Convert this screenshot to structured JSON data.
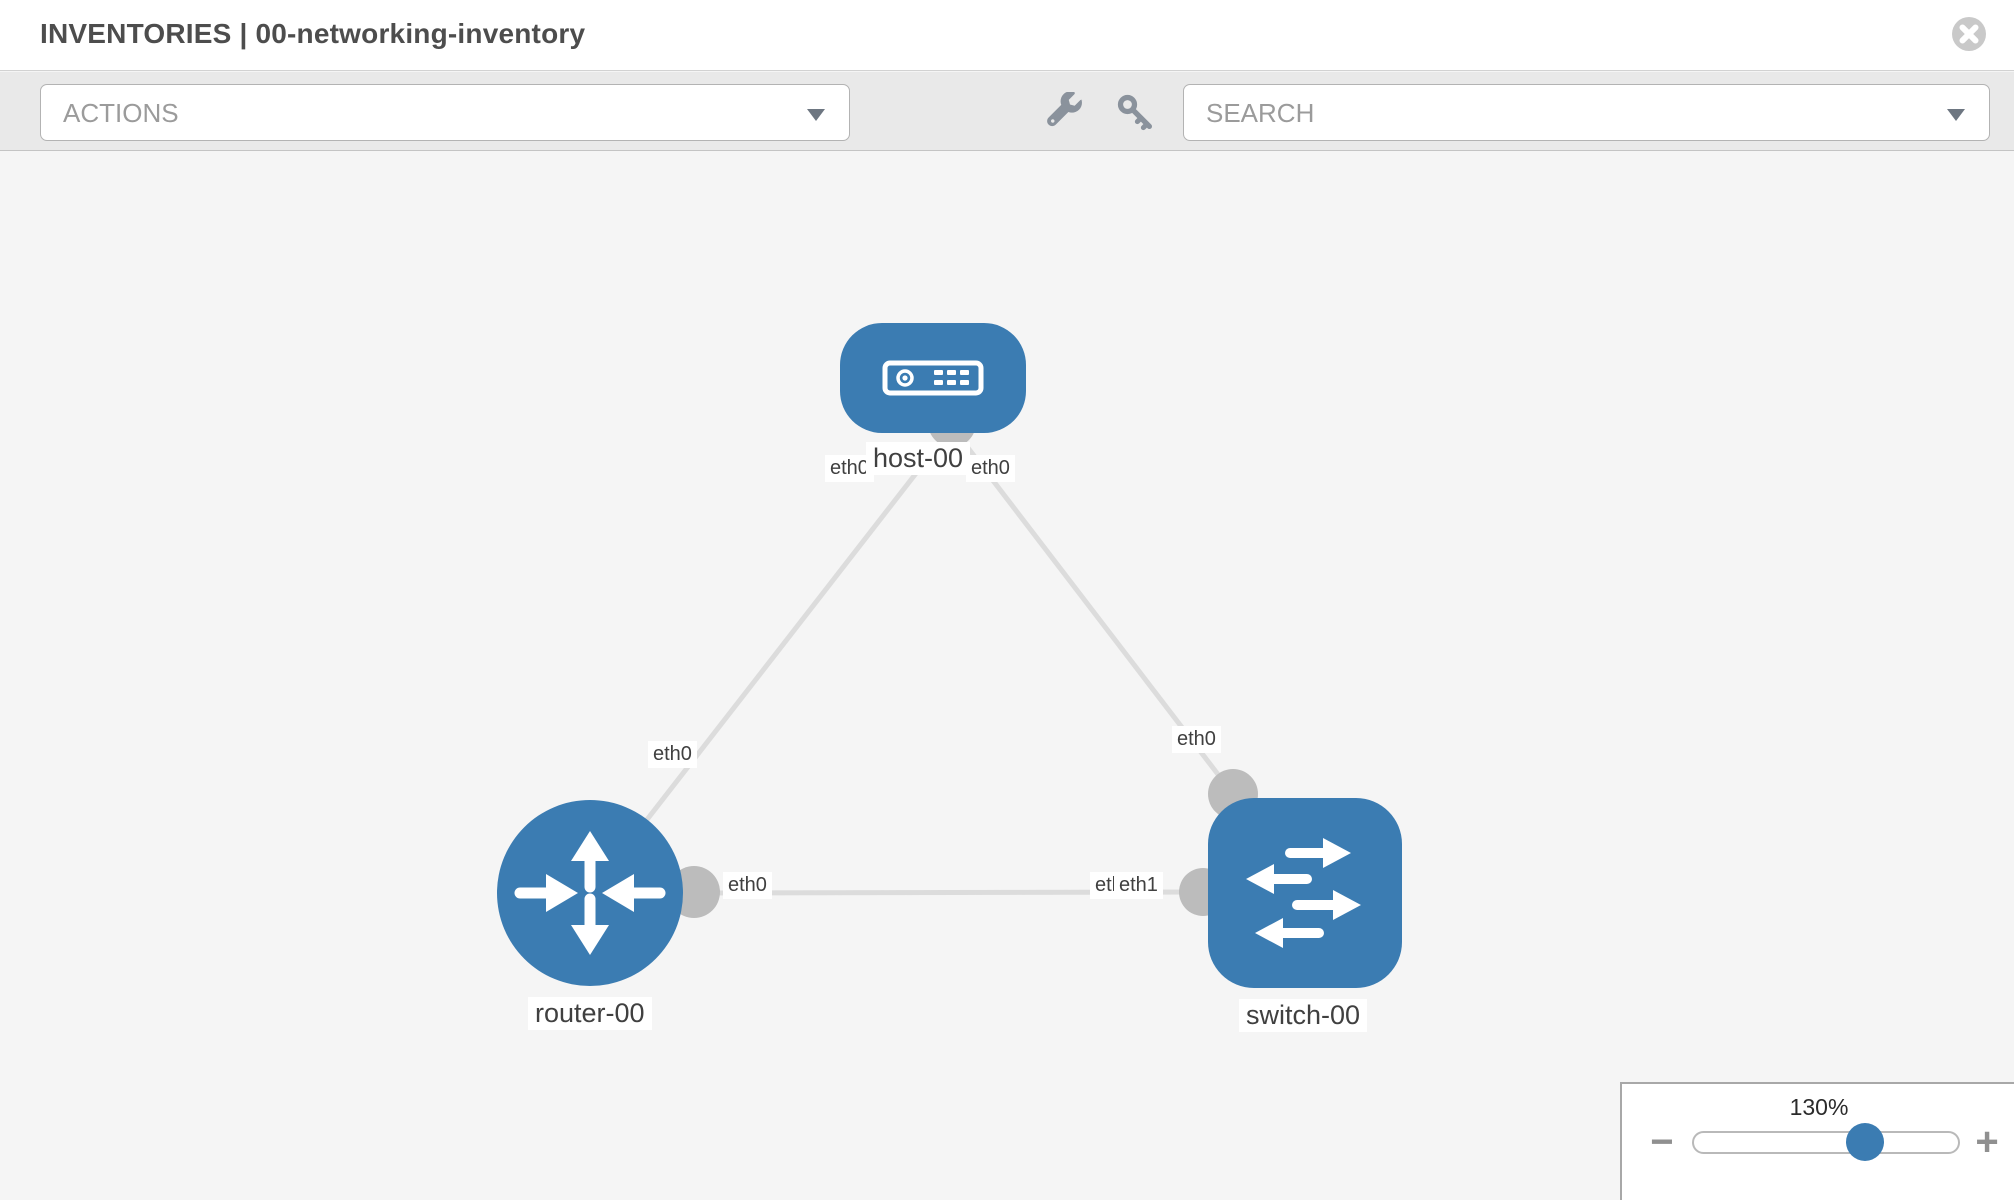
{
  "header": {
    "title": "INVENTORIES | 00-networking-inventory"
  },
  "toolbar": {
    "actions": {
      "label": "ACTIONS"
    },
    "search": {
      "placeholder": "SEARCH"
    },
    "icons": [
      "wrench-icon",
      "key-icon"
    ]
  },
  "topology": {
    "nodes": [
      {
        "label": "host-00",
        "type": "host"
      },
      {
        "label": "router-00",
        "type": "router"
      },
      {
        "label": "switch-00",
        "type": "switch"
      }
    ],
    "links": [
      {
        "from": "host-00",
        "to": "router-00",
        "from_if": "eth0",
        "to_if": "eth0"
      },
      {
        "from": "host-00",
        "to": "switch-00",
        "from_if": "eth0",
        "to_if": "eth0"
      },
      {
        "from": "router-00",
        "to": "switch-00",
        "from_if": "eth0",
        "to_if": "eth1"
      }
    ],
    "interfaces": {
      "host_left": "eth0",
      "host_right": "eth0",
      "host_router_mid": "eth0",
      "router_switch_near_router": "eth0",
      "router_switch_near_switch_back": "eth0",
      "router_switch_near_switch_front": "eth1",
      "host_switch_near_switch": "eth0"
    }
  },
  "zoom": {
    "level": "130%",
    "minus": "−",
    "plus": "+"
  },
  "colors": {
    "node_blue": "#3b7cb2",
    "link_gray": "#dcdcdc",
    "port_gray": "#bcbcbc",
    "toolbar_gray": "#e9e9e9",
    "canvas_gray": "#f5f5f5"
  }
}
